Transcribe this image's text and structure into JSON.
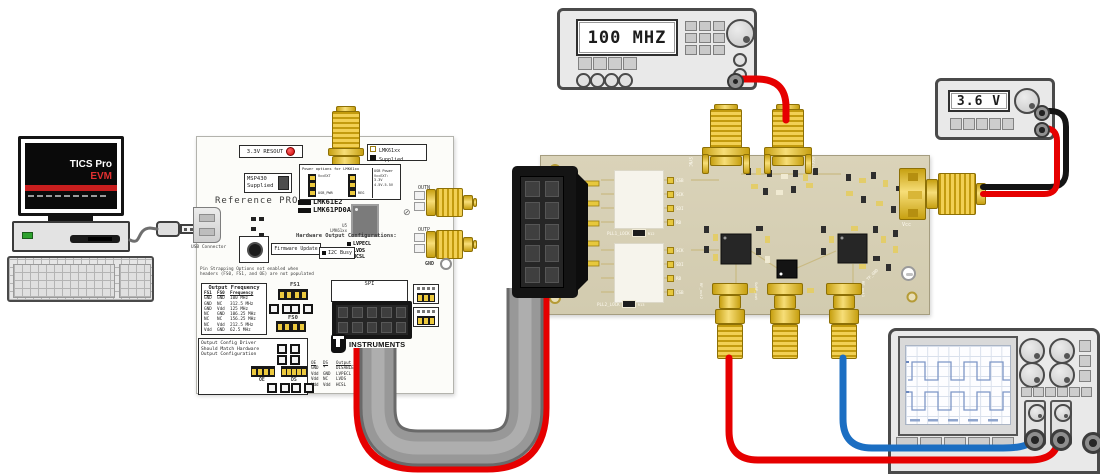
{
  "computer": {
    "app_title": "TICS Pro",
    "app_subtitle": "EVM"
  },
  "ref_board": {
    "name": "Reference PRO",
    "resout": "3.3V RESOUT",
    "msp430_1": "MSP430",
    "msp430_2": "Supplied",
    "lmksup_1": "LMK61xx",
    "lmksup_2": "Supplied",
    "power_title": "Power options for LMK61xx",
    "jp_vccext": "VccEXT",
    "jp_usbpwr": "USB_PWR",
    "jp_reg": "REG",
    "pwrbox_1": "USB Power",
    "pwrbox_2": "VccEXT: 3.3V",
    "pwrbox_3": "4.5V-5.5V",
    "vccext": "VccEXT",
    "dev1": "LMK61E2",
    "dev2": "LMK61PD0A2",
    "u5_1": "U5",
    "u5_2": "LMK61xx",
    "hw_title": "Hardware Output Configurations:",
    "hw_opts": [
      "LVPECL",
      "LVDS",
      "HCSL"
    ],
    "outn": "OUTN",
    "outp": "OUTP",
    "usb_label": "USB Connector",
    "firmware": "Firmware Update",
    "i2c": "I2C Busy",
    "gnd": "GND",
    "strap_1": "Pin Strapping Options not enabled when",
    "strap_2": "headers (FS0, FS1, and OE) are not populated",
    "freq": {
      "title": "Output Frequency",
      "h": [
        "FS1",
        "FS0",
        "Frequency"
      ],
      "rows": [
        [
          "GND",
          "GND",
          "100 MHz"
        ],
        [
          "GND",
          "NC",
          "312.5 MHz"
        ],
        [
          "GND",
          "Vdd",
          "125 MHz"
        ],
        [
          "NC",
          "GND",
          "106.25 MHz"
        ],
        [
          "NC",
          "NC",
          "156.25 MHz"
        ],
        [
          "NC",
          "Vdd",
          "212.5 MHz"
        ],
        [
          "Vdd",
          "GND",
          "62.5 MHz"
        ]
      ]
    },
    "fs1": "FS1",
    "fs0": "FS0",
    "spi": "SPI",
    "cfg_1": "Output Config Driver",
    "cfg_2": "Should Match Hardware",
    "cfg_3": "Output Configuration",
    "oe": "OE",
    "ds": "DS",
    "oeds": {
      "h": [
        "OE",
        "DS",
        "Output"
      ],
      "rows": [
        [
          "GND",
          "*",
          "DISABLED"
        ],
        [
          "Vdd",
          "GND",
          "LVPECL"
        ],
        [
          "Vdd",
          "NC",
          "LVDS"
        ],
        [
          "Vdd",
          "Vdd",
          "HCSL"
        ]
      ]
    },
    "ti": "INSTRUMENTS"
  },
  "sig_gen": {
    "display": "100 MHZ"
  },
  "psu": {
    "display": "3.6 V"
  },
  "dut": {
    "sync": "SYNC",
    "oscin": "OSCin",
    "vcc": "Vcc",
    "tpgnd": "TP_GND",
    "rfout2": "RF_out2",
    "swrf": "SwRF_out",
    "rfout1": "RF_out1",
    "pll1": "PLL1_LOCK",
    "r12": "R12",
    "pll2": "PLL2_LOCK",
    "r13": "R13",
    "pads_top": [
      "CSB",
      "SCK",
      "SDI",
      "RB"
    ],
    "pads_bot": [
      "SCK",
      "SDI",
      "RB",
      "CSB"
    ]
  }
}
